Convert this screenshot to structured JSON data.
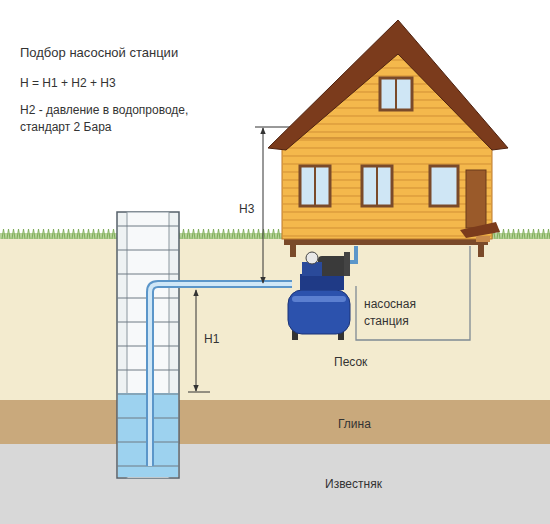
{
  "diagram": {
    "title": "Подбор насосной станции",
    "nodes": [
      {
        "text": [
          "Песок"
        ]
      },
      {
        "text": [
          "Глина"
        ]
      },
      {
        "text": [
          "Известняк"
        ]
      }
    ],
    "labels": [
      "H = H1 + H2 + H3",
      "H2 - давление в водопроводе, стандарт 2 Бара",
      "H3",
      "H1",
      "насосная станция"
    ]
  }
}
